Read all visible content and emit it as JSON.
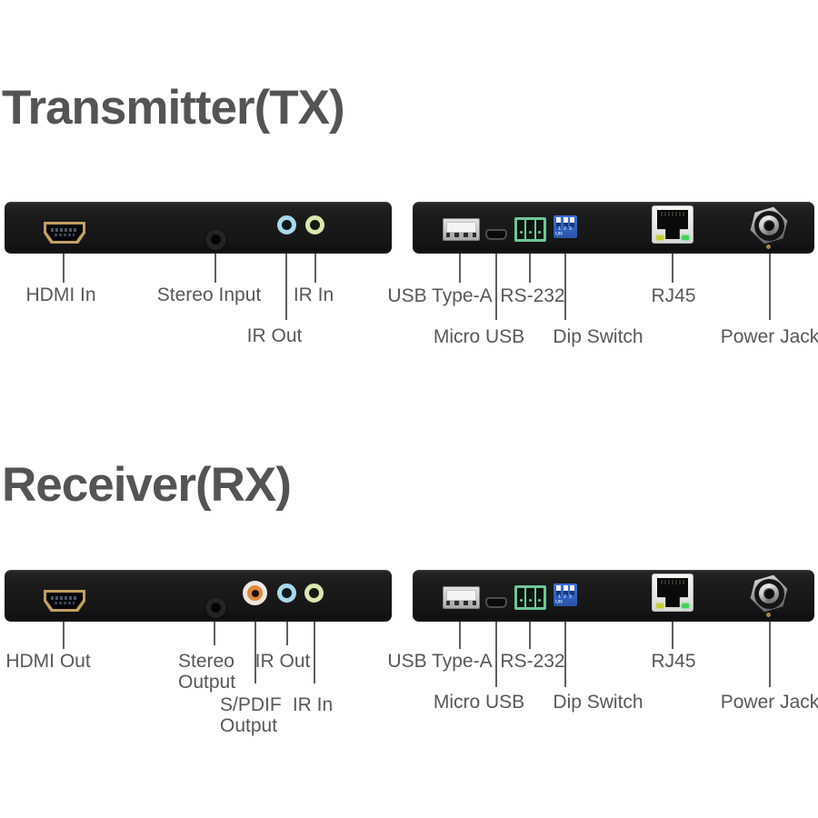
{
  "tx": {
    "title": "Transmitter(TX)",
    "labels": {
      "hdmi": "HDMI In",
      "stereo": "Stereo Input",
      "ir_in": "IR In",
      "ir_out": "IR Out",
      "usb_a": "USB Type-A",
      "rs232": "RS-232",
      "rj45": "RJ45",
      "micro_usb": "Micro USB",
      "dip_switch": "Dip Switch",
      "power_jack": "Power Jack"
    }
  },
  "rx": {
    "title": "Receiver(RX)",
    "labels": {
      "hdmi": "HDMI Out",
      "stereo": "Stereo Output",
      "ir_out": "IR Out",
      "spdif": "S/PDIF Output",
      "ir_in": "IR In",
      "usb_a": "USB Type-A",
      "rs232": "RS-232",
      "rj45": "RJ45",
      "micro_usb": "Micro USB",
      "dip_switch": "Dip Switch",
      "power_jack": "Power Jack"
    }
  },
  "dip_switch_markings": {
    "numbers": "1 2 3",
    "on_label": "ON"
  },
  "colors": {
    "title_text": "#545454",
    "label_text": "#585858",
    "line": "#5f5f5f",
    "panel_black": "#1b1b1b",
    "hdmi_gold": "#c2a061",
    "jack_blue": "#a6d9ec",
    "jack_green": "#d9e6ae",
    "rca_orange": "#e0883a",
    "rs232_green": "#6cc795",
    "dip_blue": "#3a6fd8",
    "led_yellow": "#c6cd33",
    "led_green": "#3ed457",
    "usb_silver": "#c9c9c9",
    "power_metal": "#9e9e9e"
  }
}
